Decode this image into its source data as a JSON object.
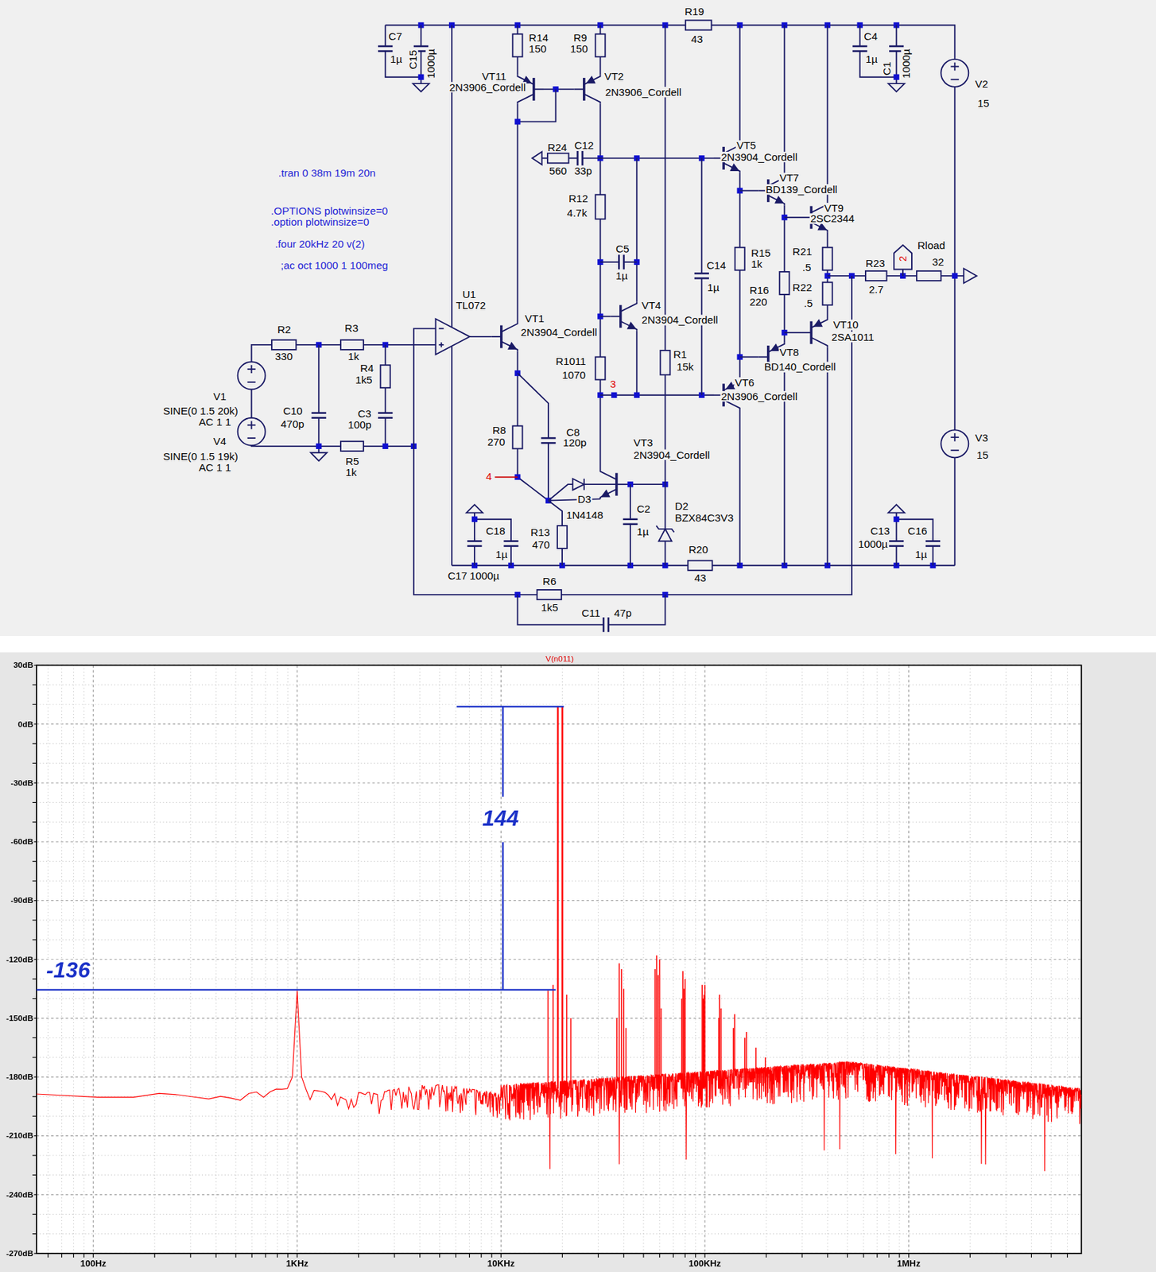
{
  "diagram": {
    "labels": [
      "C7",
      "1µ",
      "C15",
      "1000µ",
      "R14",
      "150",
      "R9",
      "150",
      "VT11",
      "2N3906_Cordell",
      "VT2",
      "2N3906_Cordell",
      "R19",
      "43",
      "C4",
      "1µ",
      "C1",
      "1000µ",
      "V2",
      "15",
      ".tran 0 38m 19m 20n",
      ".OPTIONS plotwinsize=0",
      ".option plotwinsize=0",
      ".four 20kHz 20 v(2)",
      ";ac oct 1000 1 100meg",
      "R24",
      "560",
      "C12",
      "33p",
      "R12",
      "4.7k",
      "VT5",
      "2N3904_Cordell",
      "VT7",
      "BD139_Cordell",
      "VT9",
      "2SC2344",
      "C5",
      "1µ",
      "C14",
      "1µ",
      "R15",
      "1k",
      "R21",
      ".5",
      "Rload",
      "32",
      "R23",
      "2.7",
      "2",
      "R16",
      "220",
      "R22",
      ".5",
      "U1",
      "TL072",
      "VT1",
      "2N3904_Cordell",
      "VT4",
      "2N3904_Cordell",
      "VT10",
      "2SA1011",
      "R2",
      "330",
      "R3",
      "1k",
      "R4",
      "1k5",
      "V1",
      "SINE(0 1.5 20k)",
      "AC 1 1",
      "C10",
      "470p",
      "C3",
      "100p",
      "V4",
      "SINE(0 1.5 19k)",
      "AC 1 1",
      "R5",
      "1k",
      "R1011",
      "1070",
      "3",
      "R1",
      "15k",
      "VT8",
      "BD140_Cordell",
      "VT6",
      "2N3906_Cordell",
      "V3",
      "15",
      "R8",
      "270",
      "C8",
      "120p",
      "VT3",
      "2N3904_Cordell",
      "4",
      "D3",
      "1N4148",
      "C2",
      "1µ",
      "D2",
      "BZX84C3V3",
      "C18",
      "1µ",
      "R13",
      "470",
      "C13",
      "1000µ",
      "C16",
      "1µ",
      "C17",
      "1000µ",
      "R20",
      "43",
      "R6",
      "1k5",
      "C11",
      "47p",
      "V(n011)",
      "30dB",
      "0dB",
      "-30dB",
      "-60dB",
      "-90dB",
      "-120dB",
      "-150dB",
      "-180dB",
      "-210dB",
      "-240dB",
      "-270dB",
      "100Hz",
      "1KHz",
      "10KHz",
      "100KHz",
      "1MHz",
      "144",
      "-136"
    ]
  }
}
